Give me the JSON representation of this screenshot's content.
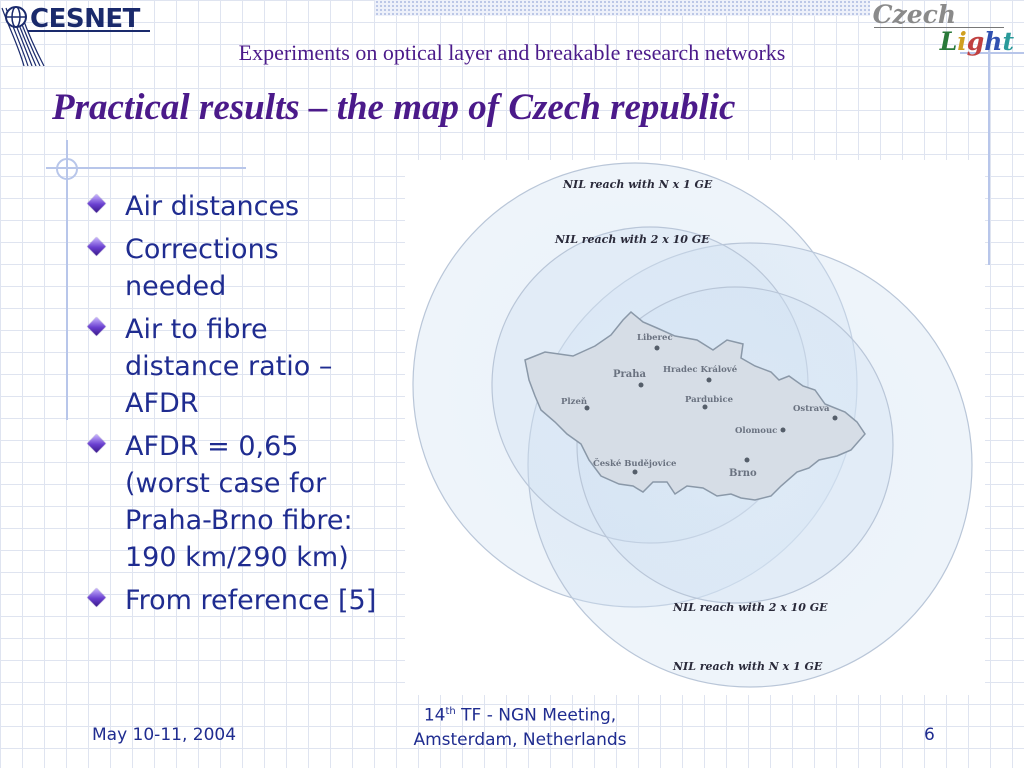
{
  "header": {
    "logo_text": "CESNET",
    "czech_light": {
      "word1": "Czech",
      "word2_letters": [
        "L",
        "i",
        "g",
        "h",
        "t"
      ]
    },
    "subtitle": "Experiments on optical layer and breakable research networks"
  },
  "slide": {
    "title": "Practical results – the map of Czech republic",
    "bullets": [
      "Air distances",
      "Corrections\nneeded",
      "Air to fibre\ndistance ratio –\nAFDR",
      "AFDR = 0,65\n(worst case for\nPraha-Brno fibre:\n190 km/290 km)",
      "From reference [5]"
    ]
  },
  "map": {
    "circle_labels": {
      "praha_nx1": "NIL reach with N x 1 GE",
      "praha_2x10": "NIL reach with 2 x 10 GE",
      "brno_2x10": "NIL reach with 2 x 10 GE",
      "brno_nx1": "NIL reach with N x 1 GE"
    },
    "cities": {
      "liberec": "Liberec",
      "praha": "Praha",
      "hradec": "Hradec Králové",
      "pardubice": "Pardubice",
      "plzen": "Plzeň",
      "ostrava": "Ostrava",
      "olomouc": "Olomouc",
      "budejovice": "České Budějovice",
      "brno": "Brno"
    }
  },
  "footer": {
    "date": "May 10-11, 2004",
    "meeting_num": "14",
    "meeting_sup": "th",
    "meeting_line1_rest": " TF - NGN Meeting,",
    "meeting_line2": "Amsterdam, Netherlands",
    "page": "6"
  }
}
